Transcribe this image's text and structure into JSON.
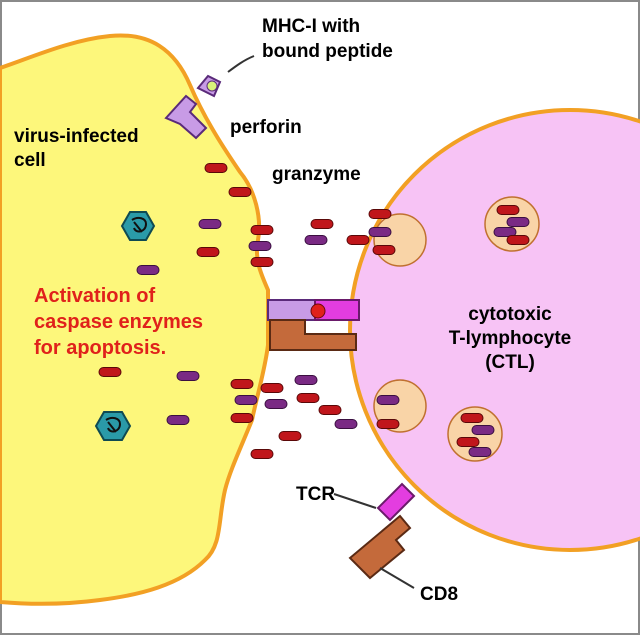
{
  "labels": {
    "mhc_line1": "MHC-I with",
    "mhc_line2": "bound peptide",
    "perforin": "perforin",
    "infected_line1": "virus-infected",
    "infected_line2": "cell",
    "granzyme": "granzyme",
    "activation_line1": "Activation of",
    "activation_line2": "caspase enzymes",
    "activation_line3": "for apoptosis.",
    "ctl_line1": "cytotoxic",
    "ctl_line2": "T-lymphocyte",
    "ctl_line3": "(CTL)",
    "tcr": "TCR",
    "cd8": "CD8"
  },
  "colors": {
    "infected_cell_fill": "#fdf77b",
    "infected_cell_outline": "#f2a024",
    "ctl_fill": "#f7c3f5",
    "perforin": "#c0161b",
    "granzyme": "#7a2a84",
    "granule_fill": "#f9d4a7",
    "virus_fill": "#2a9aa8",
    "mhc_fill": "#c89be6",
    "tcr_fill": "#e33de0",
    "cd8_fill": "#c46a3b",
    "activation_text": "#e0211b"
  },
  "icons": {
    "virus": "virus-icon"
  }
}
